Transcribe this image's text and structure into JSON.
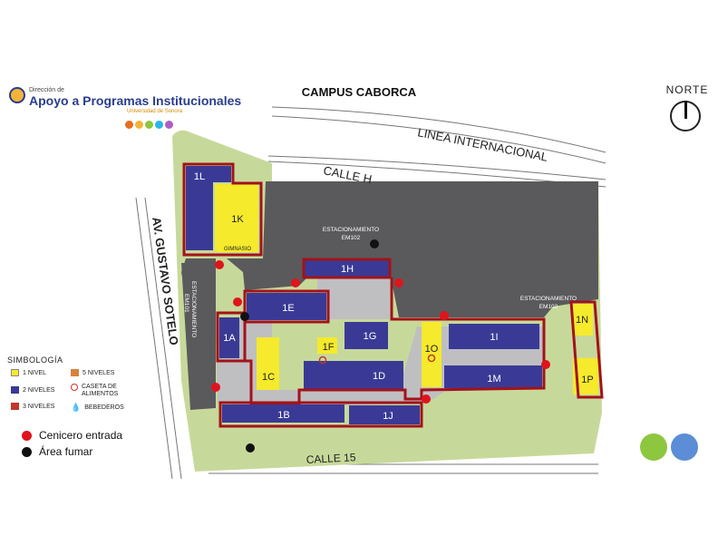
{
  "title": "CAMPUS CABORCA",
  "logo": {
    "small": "Dirección de",
    "main": "Apoyo a Programas Institucionales",
    "university": "Universidad de Sonora",
    "dot_colors": [
      "#e46f1e",
      "#f2b53a",
      "#8dc63f",
      "#29b6e8",
      "#b05cc6"
    ]
  },
  "north": "NORTE",
  "streets": {
    "internacional": "LINEA INTERNACIONAL",
    "calle_h": "CALLE H",
    "gustavo": "AV. GUSTAVO SOTELO",
    "calle15": "CALLE 15"
  },
  "parking": [
    {
      "label": "ESTACIONAMIENTO",
      "code": "EM102"
    },
    {
      "label": "ESTACIONAMIENTO",
      "code": "EM103"
    },
    {
      "label": "ESTACIONAMIENTO",
      "code": "EM101"
    }
  ],
  "buildings": {
    "b1L": "1L",
    "b1K": "1K",
    "gym": "GIMNASIO",
    "b1H": "1H",
    "b1E": "1E",
    "b1A": "1A",
    "b1C": "1C",
    "b1F": "1F",
    "b1G": "1G",
    "b1D": "1D",
    "b1O": "1O",
    "b1I": "1I",
    "b1M": "1M",
    "b1N": "1N",
    "b1P": "1P",
    "b1B": "1B",
    "b1J": "1J"
  },
  "legend": {
    "title": "SIMBOLOGÍA",
    "n1": "1 NIVEL",
    "n2": "2 NIVELES",
    "n3": "3 NIVELES",
    "n5": "5 NIVELES",
    "caseta": "CASETA DE",
    "caseta2": "ALIMENTOS",
    "bebederos": "BEBEDEROS",
    "cenicero": "Cenicero entrada",
    "fumar": "Área fumar"
  },
  "colors": {
    "one_level": "#f5ea2b",
    "two_levels": "#3a3a96",
    "three_levels": "#c0392b",
    "five_levels": "#d7823c",
    "outline": "#a3121a",
    "cenicero": "#e0141c",
    "fumar": "#111111",
    "parking": "#5a5a5c",
    "green": "#c7d99a",
    "plaza": "#bfbfc2"
  }
}
